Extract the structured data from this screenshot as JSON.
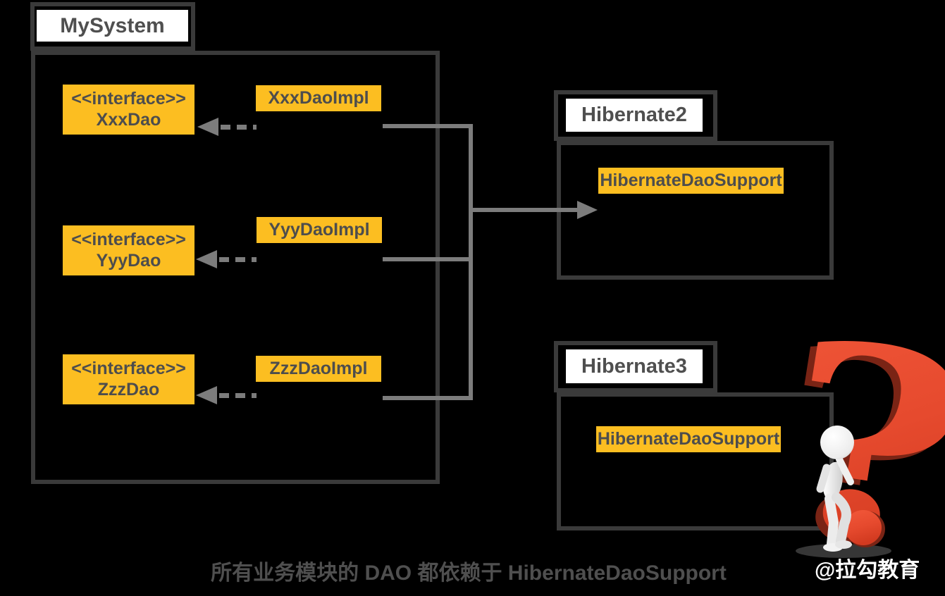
{
  "mysystem": {
    "label": "MySystem"
  },
  "rows": [
    {
      "stereotype": "<<interface>>",
      "iface": "XxxDao",
      "impl": "XxxDaoImpl"
    },
    {
      "stereotype": "<<interface>>",
      "iface": "YyyDao",
      "impl": "YyyDaoImpl"
    },
    {
      "stereotype": "<<interface>>",
      "iface": "ZzzDao",
      "impl": "ZzzDaoImpl"
    }
  ],
  "hibernate2": {
    "label": "Hibernate2",
    "class_name": "HibernateDaoSupport"
  },
  "hibernate3": {
    "label": "Hibernate3",
    "class_name": "HibernateDaoSupport"
  },
  "caption": {
    "text": "所有业务模块的 DAO 都依赖于 HibernateDaoSupport"
  },
  "watermark": {
    "text": "@拉勾教育"
  },
  "icons": {
    "figure": "question-mark-3d-thinking-person"
  },
  "colors": {
    "background": "#000000",
    "package_border": "#3a3a3a",
    "tab_fill": "#ffffff",
    "chip_orange": "#fcbe21",
    "text_dark": "#4d4d4d",
    "connector_gray": "#7c7c7c",
    "question_mark_red": "#e64a2e",
    "question_mark_shadow": "#7a2415",
    "person_white": "#f5f5f5",
    "watermark_white": "#ffffff"
  }
}
